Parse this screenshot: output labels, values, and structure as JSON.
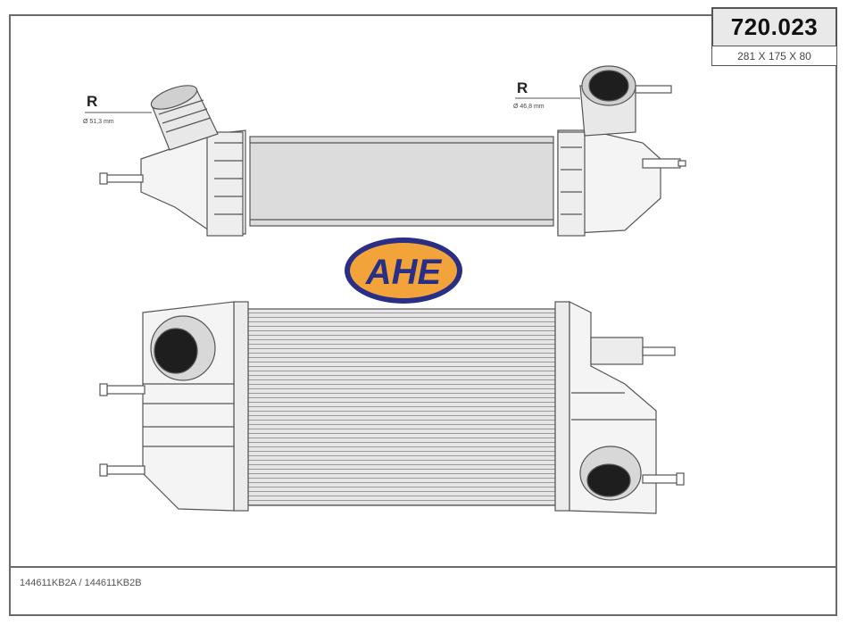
{
  "part_number": "720.023",
  "dimensions": "281 X 175 X 80",
  "brand_logo": "AHE",
  "oem_numbers": "144611KB2A / 144611KB2B",
  "port_left": {
    "label": "R",
    "diameter": "Ø 51,3 mm"
  },
  "port_right": {
    "label": "R",
    "diameter": "Ø 46,8 mm"
  },
  "colors": {
    "logo_fill": "#f2a33a",
    "logo_ring": "#2a2f86",
    "line": "#555555",
    "core": "#d9d9d9"
  }
}
